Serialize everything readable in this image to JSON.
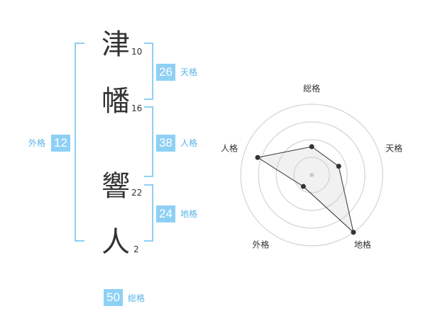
{
  "name": {
    "chars": [
      {
        "char": "津",
        "strokes": "10"
      },
      {
        "char": "幡",
        "strokes": "16"
      },
      {
        "char": "響",
        "strokes": "22"
      },
      {
        "char": "人",
        "strokes": "2"
      }
    ]
  },
  "fortunes": {
    "tenkaku": {
      "value": "26",
      "label": "天格"
    },
    "jinkaku": {
      "value": "38",
      "label": "人格"
    },
    "chikaku": {
      "value": "24",
      "label": "地格"
    },
    "gaikaku": {
      "value": "12",
      "label": "外格"
    },
    "soukaku": {
      "value": "50",
      "label": "総格"
    }
  },
  "colors": {
    "accent": "#8ed0f5",
    "label": "#5ab4e6",
    "text": "#333333",
    "grid": "#cccccc"
  },
  "chart_data": {
    "type": "radar",
    "axes": [
      "総格",
      "天格",
      "地格",
      "外格",
      "人格"
    ],
    "values": [
      2,
      2,
      5,
      1,
      4
    ],
    "max": 5
  }
}
